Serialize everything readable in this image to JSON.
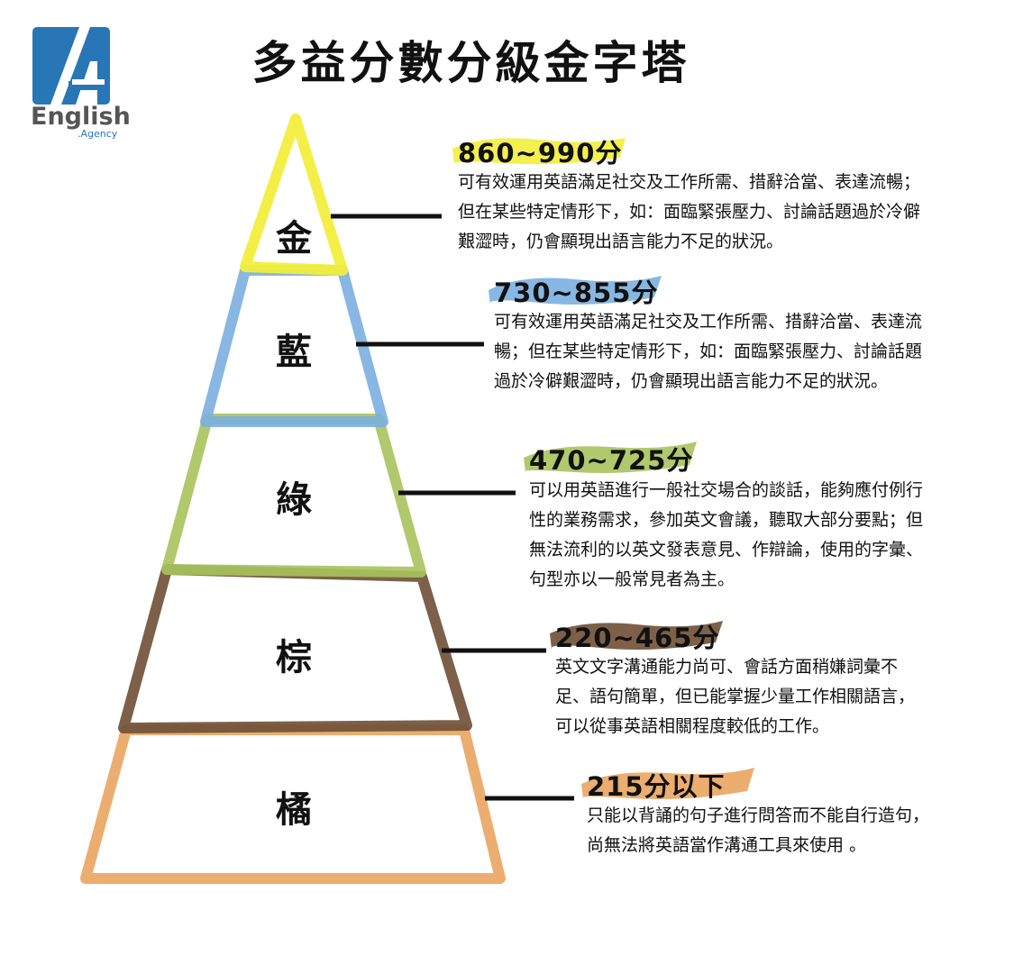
{
  "title": "多益分數分級金字塔",
  "logo": {
    "word": "English",
    "sub": ".Agency"
  },
  "tiers": [
    {
      "label": "金",
      "color": "#f2ee3c",
      "score": "860~990分",
      "description": "可有效運用英語滿足社交及工作所需、措辭洽當、表達流暢；但在某些特定情形下，如：面臨緊張壓力、討論話題過於冷僻艱澀時，仍會顯現出語言能力不足的狀況。"
    },
    {
      "label": "藍",
      "color": "#7aafdf",
      "score": "730~855分",
      "description": "可有效運用英語滿足社交及工作所需、措辭洽當、表達流暢；但在某些特定情形下，如：面臨緊張壓力、討論話題過於冷僻艱澀時，仍會顯現出語言能力不足的狀況。"
    },
    {
      "label": "綠",
      "color": "#a8c35c",
      "score": "470~725分",
      "description": "可以用英語進行一般社交場合的談話，能夠應付例行性的業務需求，參加英文會議，聽取大部分要點；但無法流利的以英文發表意見、作辯論，使用的字彙、句型亦以一般常見者為主。"
    },
    {
      "label": "棕",
      "color": "#6e4f35",
      "score": "220~465分",
      "description": "英文文字溝通能力尚可、會話方面稍嫌詞彙不足、語句簡單，但已能掌握少量工作相關語言，可以從事英語相關程度較低的工作。"
    },
    {
      "label": "橘",
      "color": "#e9a561",
      "score": "215分以下",
      "description": "只能以背誦的句子進行問答而不能自行造句，尚無法將英語當作溝通工具來使用 。"
    }
  ]
}
